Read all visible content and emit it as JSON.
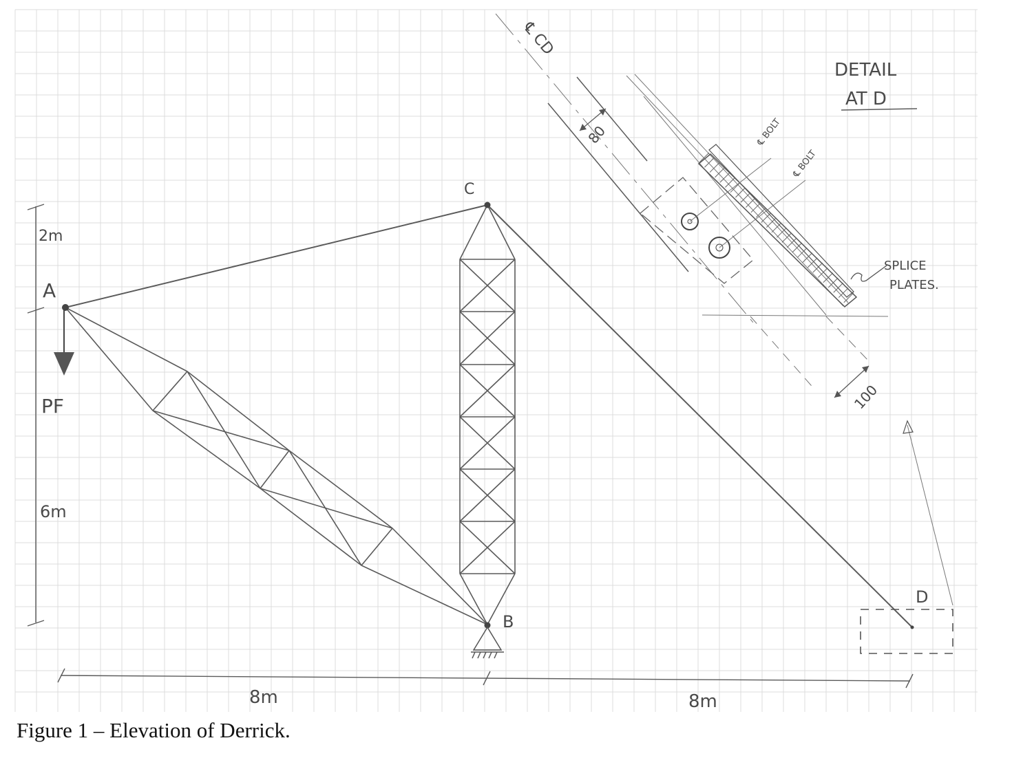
{
  "caption": "Figure 1 – Elevation of Derrick.",
  "labels": {
    "node_a": "A",
    "node_b": "B",
    "node_c": "C",
    "node_d": "D",
    "load": "PF"
  },
  "dimensions": {
    "height_top": "2m",
    "height_main": "6m",
    "span_left": "8m",
    "span_right": "8m"
  },
  "detail": {
    "title_line1": "DETAIL",
    "title_line2": "AT D",
    "centerline_cd": "℄ CD",
    "bolt_1": "℄ BOLT",
    "bolt_2": "℄ BOLT",
    "dim_80": "80",
    "dim_100": "100",
    "splice_line1": "SPLICE",
    "splice_line2": "PLATES."
  },
  "colors": {
    "grid": "#dcdcdc",
    "pencil": "#5a5a5a",
    "paper": "#ffffff"
  }
}
